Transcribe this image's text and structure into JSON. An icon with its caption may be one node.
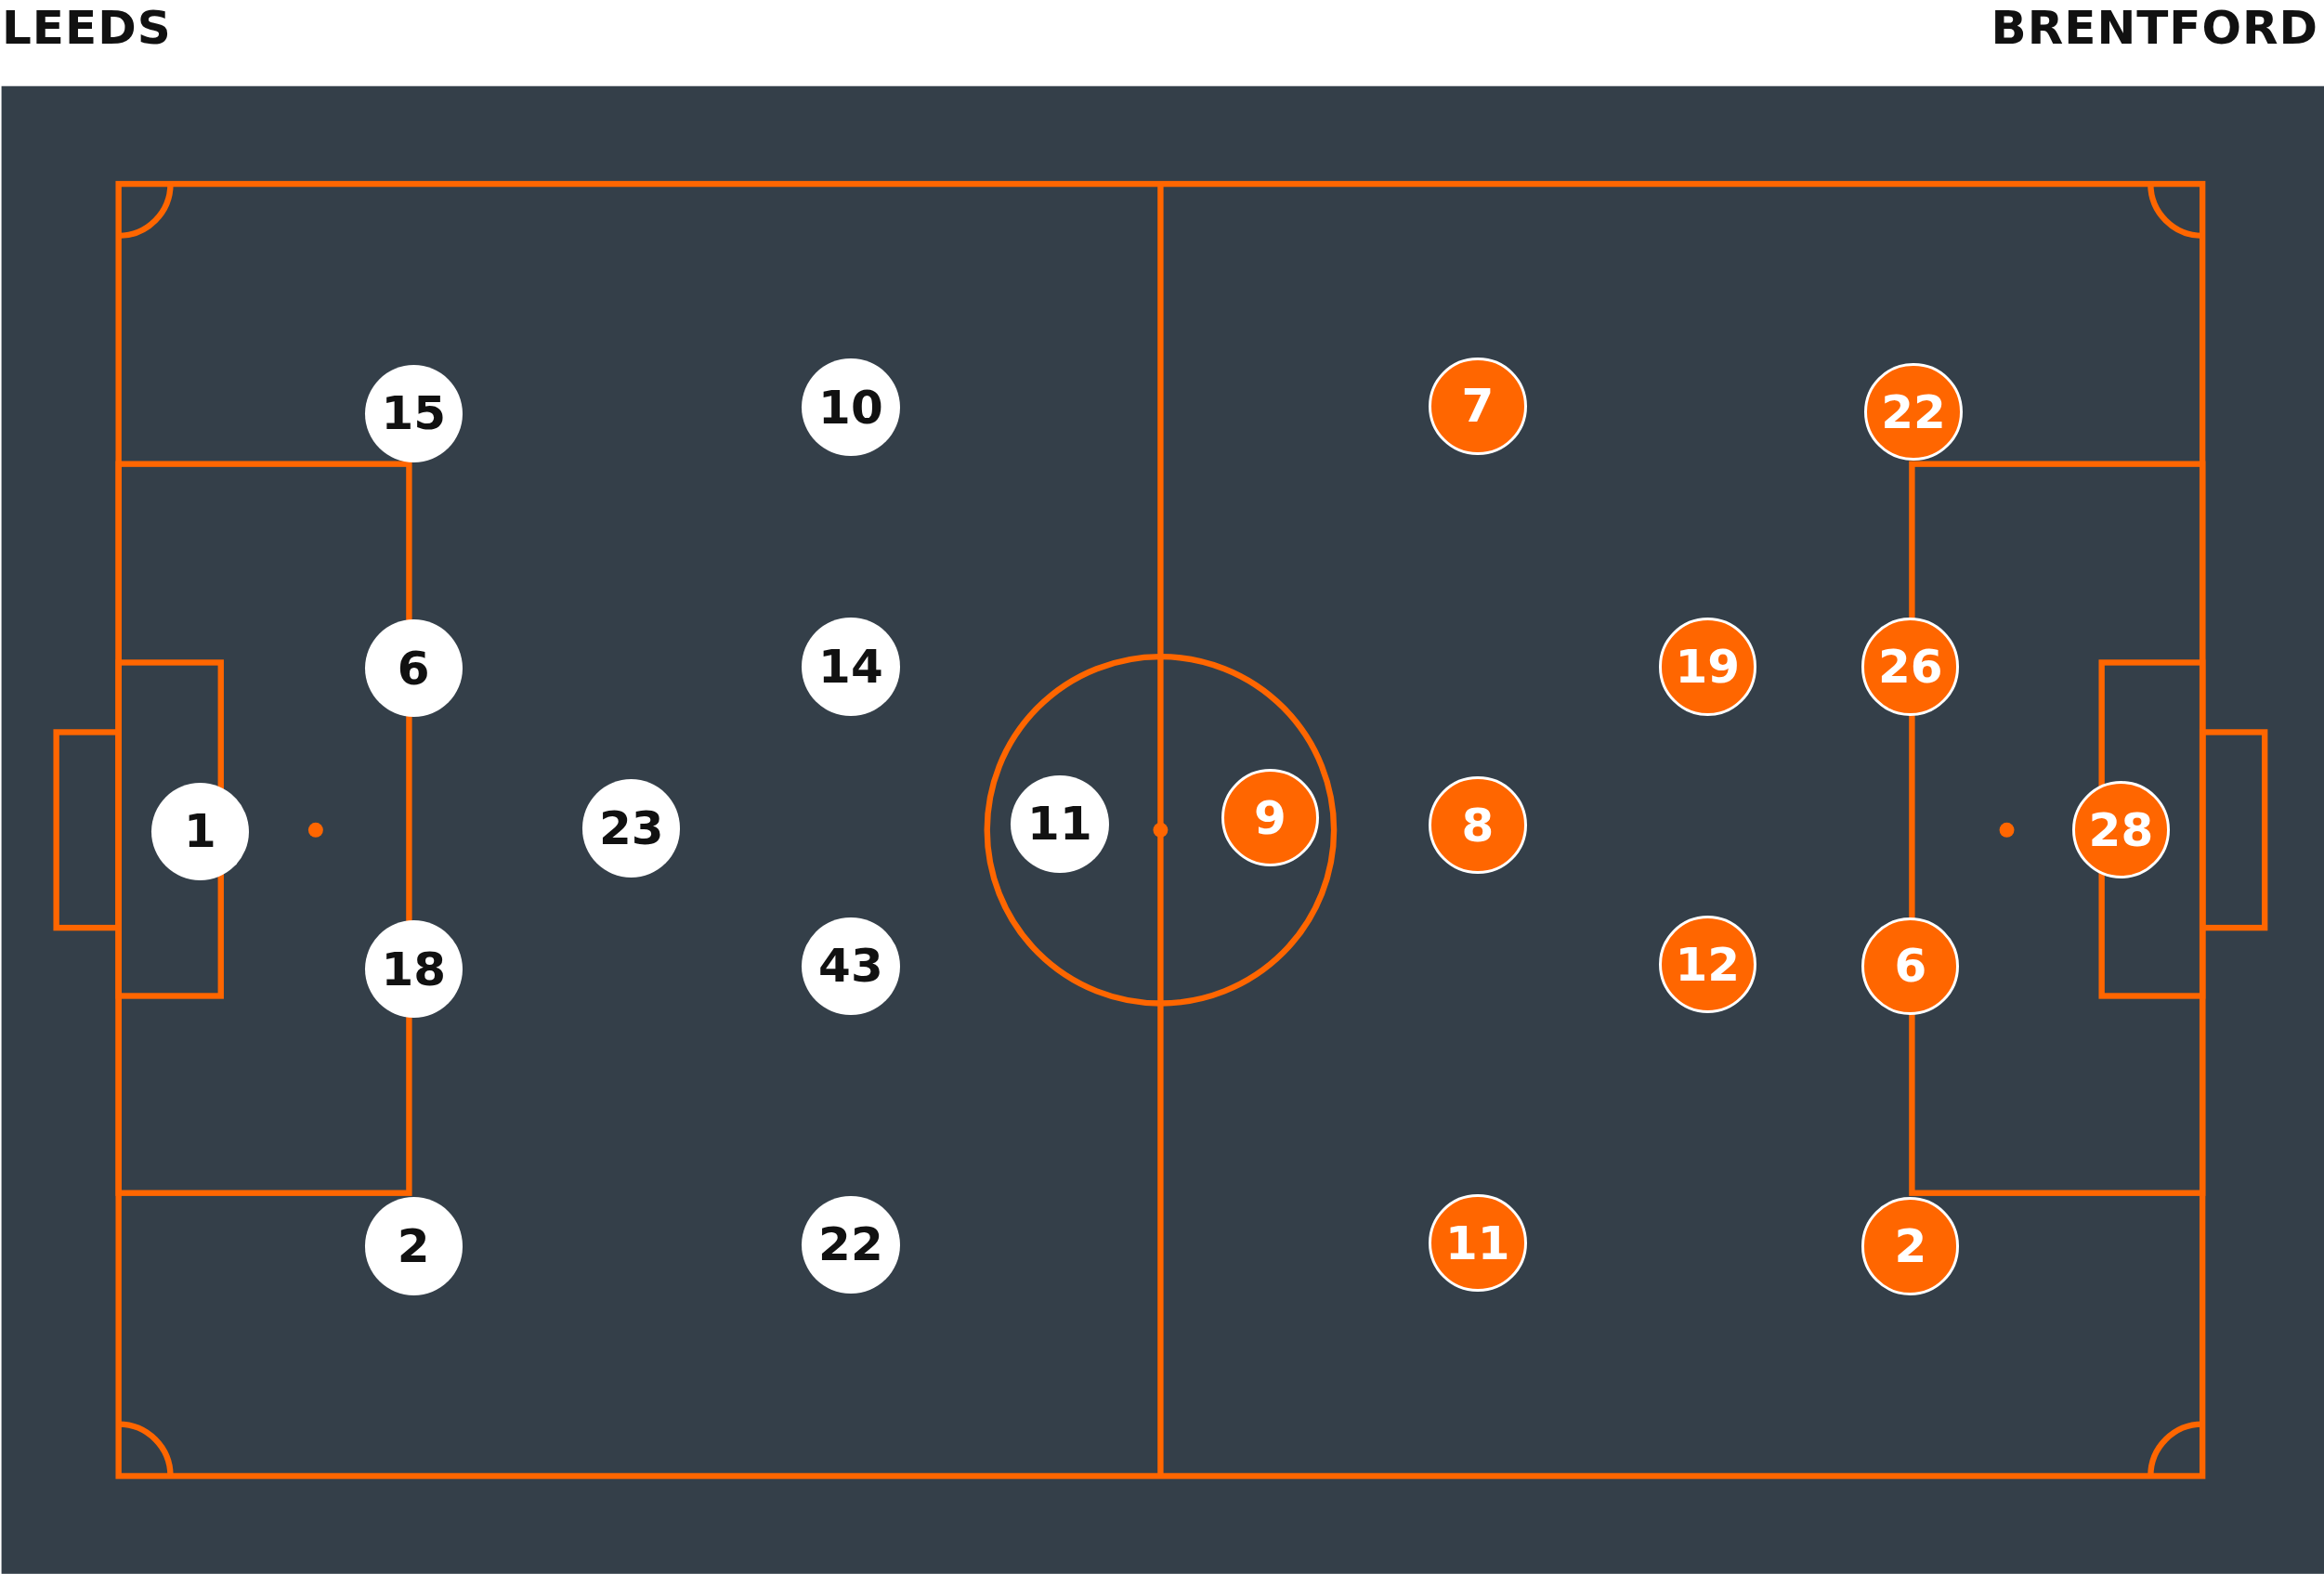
{
  "diagram": {
    "nodes": [
      {
        "text": [
          "15"
        ]
      },
      {
        "text": [
          "10"
        ]
      },
      {
        "text": [
          "6"
        ]
      },
      {
        "text": [
          "14"
        ]
      },
      {
        "text": [
          "1"
        ]
      },
      {
        "text": [
          "23"
        ]
      },
      {
        "text": [
          "11"
        ]
      },
      {
        "text": [
          "18"
        ]
      },
      {
        "text": [
          "43"
        ]
      },
      {
        "text": [
          "2"
        ]
      },
      {
        "text": [
          "22"
        ]
      },
      {
        "text": [
          "7"
        ]
      },
      {
        "text": [
          "22"
        ]
      },
      {
        "text": [
          "19"
        ]
      },
      {
        "text": [
          "26"
        ]
      },
      {
        "text": [
          "9"
        ]
      },
      {
        "text": [
          "8"
        ]
      },
      {
        "text": [
          "28"
        ]
      },
      {
        "text": [
          "12"
        ]
      },
      {
        "text": [
          "6"
        ]
      },
      {
        "text": [
          "11"
        ]
      },
      {
        "text": [
          "2"
        ]
      }
    ],
    "labels": [
      "LEEDS",
      "BRENTFORD"
    ]
  }
}
